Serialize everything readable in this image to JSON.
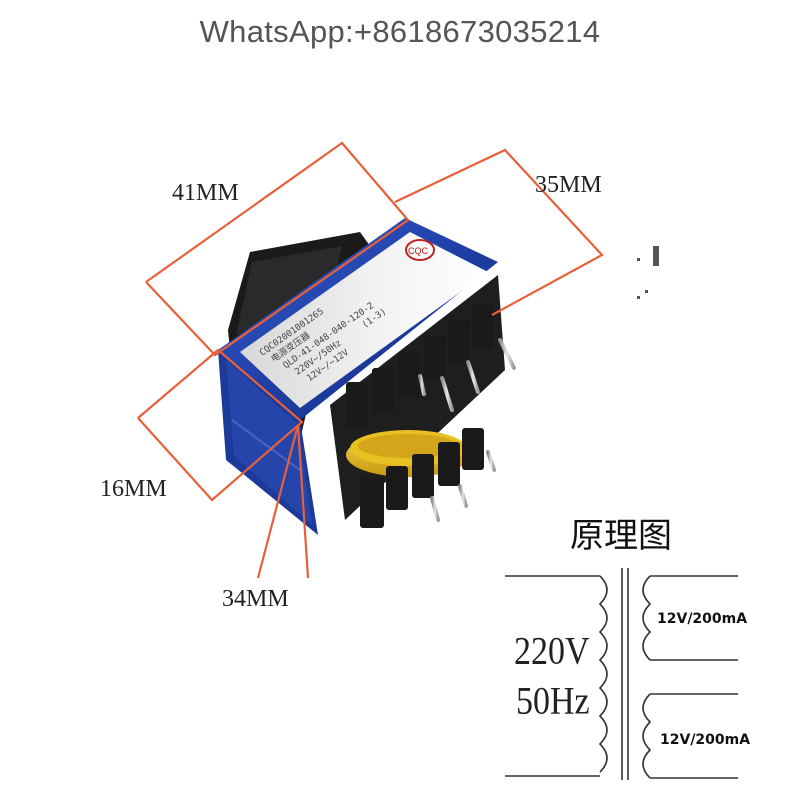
{
  "header": {
    "contact": "WhatsApp:+8618673035214"
  },
  "dimensions": {
    "length": "41MM",
    "width": "35MM",
    "depth": "16MM",
    "height": "34MM"
  },
  "label": {
    "brand_logo": "CQC",
    "line1": "CQC02001001265",
    "line2": "电源变压器",
    "line3": "QLD-41-048-040-120-2",
    "line4": "220V~/50Hz",
    "line5": "12V~/~12V",
    "code": "(1-3)"
  },
  "schematic": {
    "title": "原理图",
    "input_voltage": "220V",
    "input_frequency": "50Hz",
    "output_1": "12V/200mA",
    "output_2": "12V/200mA"
  },
  "colors": {
    "dimension_line": "#e8603a",
    "wrap_blue": "#1f3fa6",
    "core_black": "#1a1a1a",
    "coil_yellow": "#e7c022",
    "pin_silver": "#b9b9b9"
  }
}
